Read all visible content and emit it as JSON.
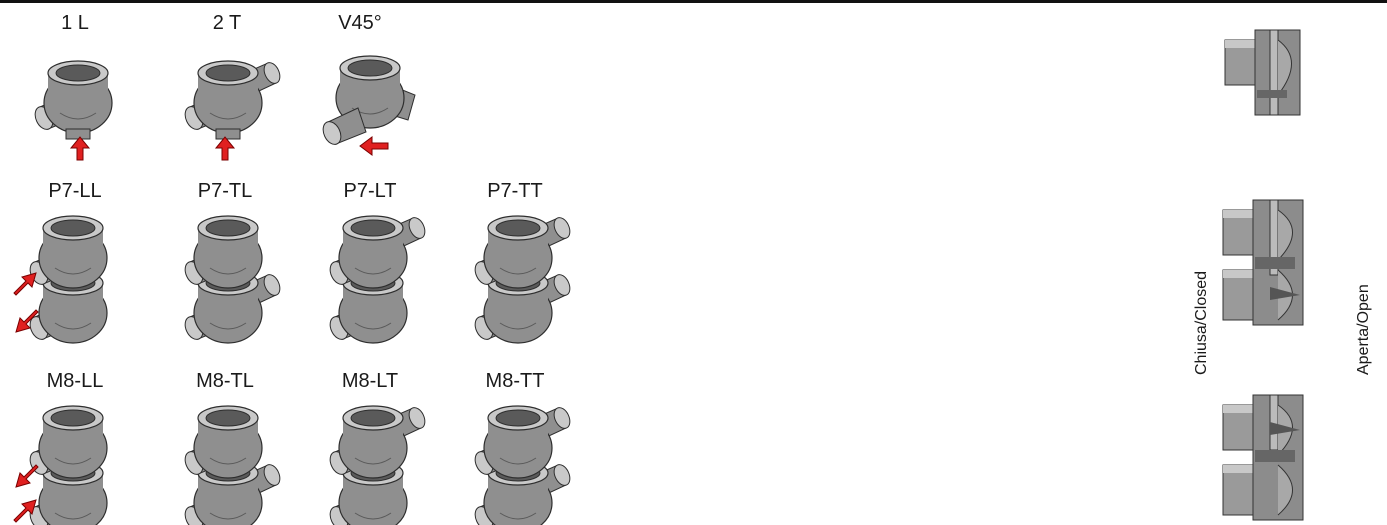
{
  "figure": {
    "rule_color": "#111111",
    "arrow_color": "#e02020",
    "body_color": "#8a8a8a",
    "rows": [
      {
        "row": "single",
        "items": [
          {
            "code": "1 L",
            "shape": "1L",
            "arrow": "up-bottom"
          },
          {
            "code": "2 T",
            "shape": "2T",
            "arrow": "up-bottom"
          },
          {
            "code": "V45°",
            "shape": "V45",
            "arrow": "left"
          }
        ]
      },
      {
        "row": "P7",
        "items": [
          {
            "code": "P7-LL",
            "shape": "LL",
            "arrow": "in-out"
          },
          {
            "code": "P7-TL",
            "shape": "TL",
            "arrow": "none"
          },
          {
            "code": "P7-LT",
            "shape": "LT",
            "arrow": "none"
          },
          {
            "code": "P7-TT",
            "shape": "TT",
            "arrow": "none"
          }
        ]
      },
      {
        "row": "M8",
        "items": [
          {
            "code": "M8-LL",
            "shape": "LL",
            "arrow": "out-in"
          },
          {
            "code": "M8-TL",
            "shape": "TL",
            "arrow": "none"
          },
          {
            "code": "M8-LT",
            "shape": "LT",
            "arrow": "none"
          },
          {
            "code": "M8-TT",
            "shape": "TT",
            "arrow": "none"
          }
        ]
      }
    ],
    "legend": {
      "closed_label": "Chiusa/Closed",
      "open_label": "Aperta/Open"
    }
  }
}
